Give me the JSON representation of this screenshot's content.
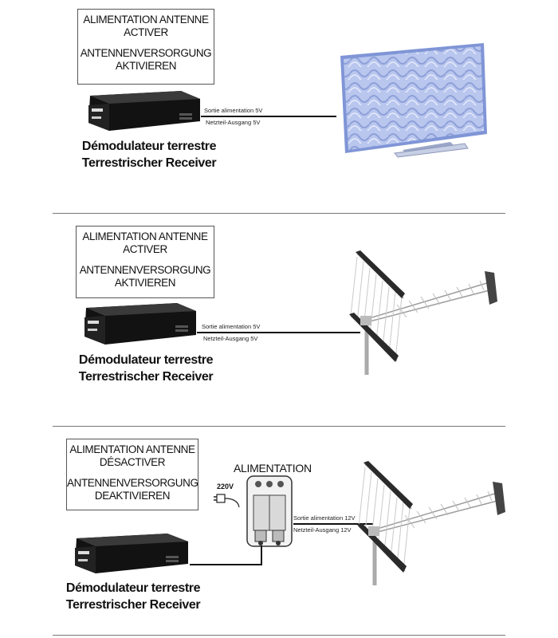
{
  "sections": [
    {
      "box_lines": [
        "ALIMENTATION ANTENNE",
        "ACTIVER",
        "ANTENNENVERSORGUNG",
        "AKTIVIEREN"
      ],
      "receiver_label_1": "Démodulateur terrestre",
      "receiver_label_2": "Terrestrischer Receiver",
      "cable_label_1": "Sortie alimentation 5V",
      "cable_label_2": "Netzteil-Ausgang 5V",
      "antenna": "indoor-panel-antenna"
    },
    {
      "box_lines": [
        "ALIMENTATION ANTENNE",
        "ACTIVER",
        "ANTENNENVERSORGUNG",
        "AKTIVIEREN"
      ],
      "receiver_label_1": "Démodulateur terrestre",
      "receiver_label_2": "Terrestrischer Receiver",
      "cable_label_1": "Sortie alimentation  5V",
      "cable_label_2": "Netzteil-Ausgang 5V",
      "antenna": "outdoor-yagi-antenna"
    },
    {
      "box_lines": [
        "ALIMENTATION ANTENNE",
        "DÉSACTIVER",
        "ANTENNENVERSORGUNG",
        "DEAKTIVIEREN"
      ],
      "receiver_label_1": "Démodulateur terrestre",
      "receiver_label_2": "Terrestrischer Receiver",
      "cable_label_1": "Sortie alimentation  12V",
      "cable_label_2": "Netzteil-Ausgang 12V",
      "antenna": "outdoor-yagi-antenna",
      "power_supply_title": "ALIMENTATION",
      "mains_voltage": "220V"
    }
  ],
  "colors": {
    "panel_blue": "#b9c6ee",
    "panel_frame": "#8aa0dc",
    "receiver_body": "#1b1b1b",
    "divider": "#777777"
  }
}
